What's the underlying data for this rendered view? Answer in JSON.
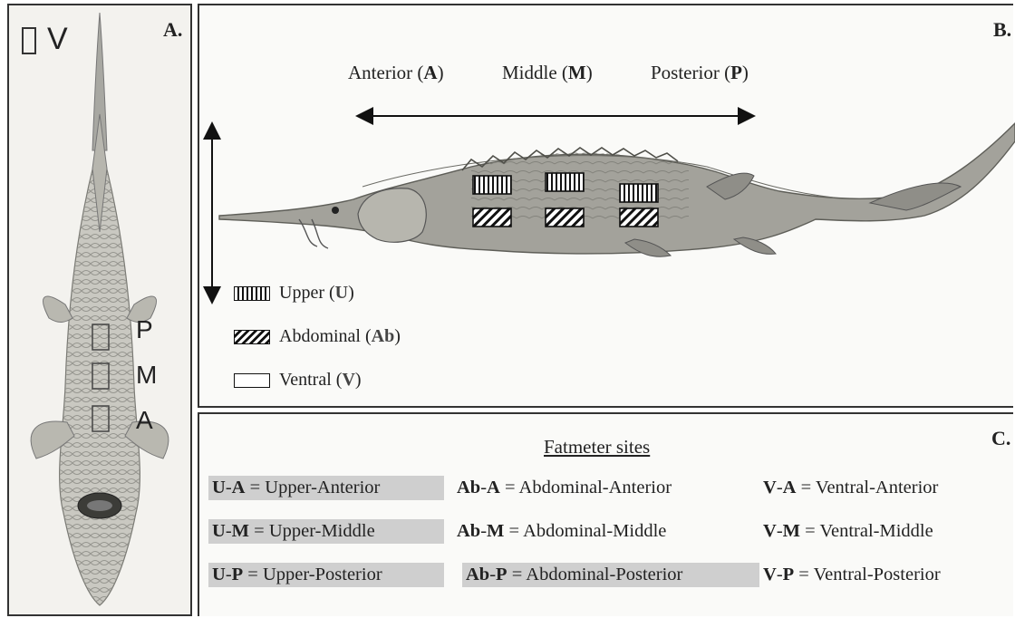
{
  "panel_a": {
    "letter": "A.",
    "ventral_label": "V",
    "region_labels": [
      "P",
      "M",
      "A"
    ]
  },
  "panel_b": {
    "letter": "B.",
    "regions": [
      {
        "name": "Anterior",
        "abbr": "A"
      },
      {
        "name": "Middle",
        "abbr": "M"
      },
      {
        "name": "Posterior",
        "abbr": "P"
      }
    ],
    "legend": [
      {
        "name": "Upper",
        "abbr": "U",
        "pattern": "vertical-lines"
      },
      {
        "name": "Abdominal",
        "abbr": "Ab",
        "pattern": "diagonal-lines"
      },
      {
        "name": "Ventral",
        "abbr": "V",
        "pattern": "empty"
      }
    ]
  },
  "panel_c": {
    "letter": "C.",
    "title": "Fatmeter sites",
    "rows": [
      [
        {
          "code_a": "U",
          "code_b": "A",
          "name": "Upper-Anterior",
          "highlight": true
        },
        {
          "code_a": "Ab",
          "code_b": "A",
          "name": "Abdominal-Anterior",
          "highlight": false
        },
        {
          "code_a": "V",
          "code_b": "A",
          "name": "Ventral-Anterior",
          "highlight": false
        }
      ],
      [
        {
          "code_a": "U",
          "code_b": "M",
          "name": "Upper-Middle",
          "highlight": true
        },
        {
          "code_a": "Ab",
          "code_b": "M",
          "name": "Abdominal-Middle",
          "highlight": false
        },
        {
          "code_a": "V",
          "code_b": "M",
          "name": "Ventral-Middle",
          "highlight": false
        }
      ],
      [
        {
          "code_a": "U",
          "code_b": "P",
          "name": "Upper-Posterior",
          "highlight": true
        },
        {
          "code_a": "Ab",
          "code_b": "P",
          "name": "Abdominal-Posterior",
          "highlight": true
        },
        {
          "code_a": "V",
          "code_b": "P",
          "name": "Ventral-Posterior",
          "highlight": false
        }
      ]
    ]
  },
  "colors": {
    "highlight": "#cfcfcf",
    "fish_body": "#9a9a94",
    "fish_dark": "#5e5e58",
    "border": "#333333"
  }
}
